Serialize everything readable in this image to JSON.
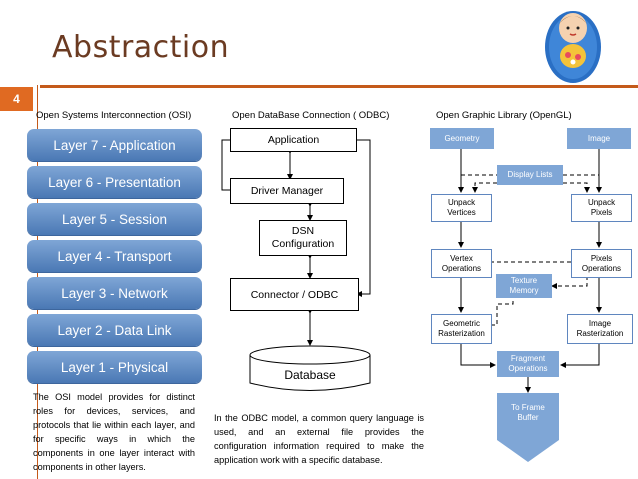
{
  "slide": {
    "title": "Abstraction",
    "page_number": "4"
  },
  "osi": {
    "heading": "Open Systems Interconnection (OSI)",
    "layers": [
      "Layer 7 - Application",
      "Layer 6 - Presentation",
      "Layer 5 - Session",
      "Layer 4 - Transport",
      "Layer 3 - Network",
      "Layer 2 - Data Link",
      "Layer 1 - Physical"
    ],
    "description": "The OSI model provides for distinct roles for devices, services, and protocols that lie within each layer, and for specific ways in which the components in one layer interact with components in other layers."
  },
  "odbc": {
    "heading": "Open DataBase Connection ( ODBC)",
    "application": "Application",
    "driver_manager": "Driver Manager",
    "dsn_line1": "DSN",
    "dsn_line2": "Configuration",
    "connector": "Connector / ODBC",
    "database": "Database",
    "description": "In the ODBC model, a common query language is used, and an external file provides the configuration information required to make the application work with a specific database."
  },
  "opengl": {
    "heading": "Open Graphic Library (OpenGL)",
    "geometry": "Geometry",
    "image": "Image",
    "display_lists": "Display Lists",
    "unpack_vertices_1": "Unpack",
    "unpack_vertices_2": "Vertices",
    "unpack_pixels_1": "Unpack",
    "unpack_pixels_2": "Pixels",
    "vertex_ops_1": "Vertex",
    "vertex_ops_2": "Operations",
    "pixels_ops_1": "Pixels",
    "pixels_ops_2": "Operations",
    "texture_1": "Texture",
    "texture_2": "Memory",
    "geom_rast_1": "Geometric",
    "geom_rast_2": "Rasterization",
    "image_rast_1": "Image",
    "image_rast_2": "Rasterization",
    "fragment_1": "Fragment",
    "fragment_2": "Operations",
    "frame_1": "To Frame",
    "frame_2": "Buffer"
  },
  "colors": {
    "title": "#6b3b22",
    "accent_rule": "#c45a1a",
    "page_badge": "#e06a22",
    "layer_fill": "#5b86c0",
    "opengl_fill": "#7fa6d6",
    "opengl_border": "#5f86bf"
  },
  "icons": {
    "decoration": "matryoshka-doll-icon"
  }
}
